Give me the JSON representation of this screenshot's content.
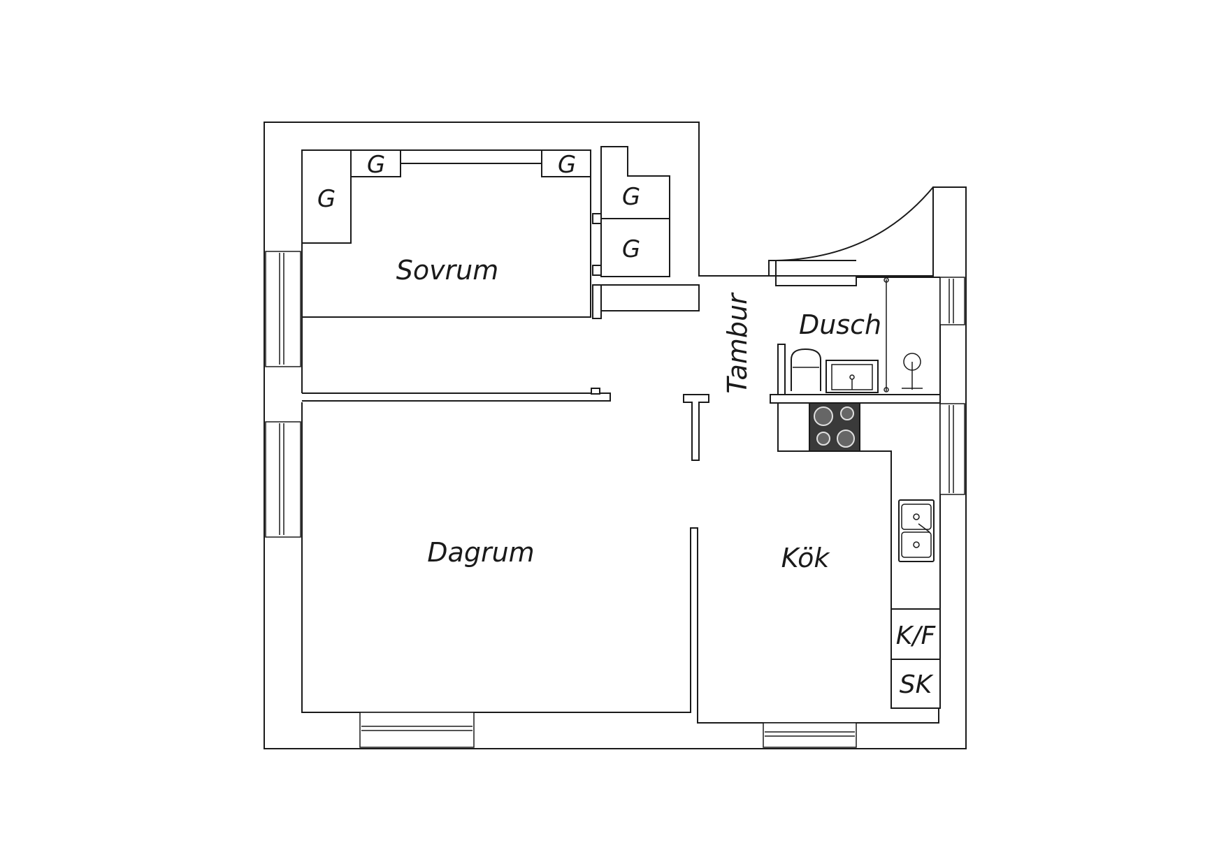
{
  "rooms": {
    "sovrum": "Sovrum",
    "dagrum": "Dagrum",
    "tambur": "Tambur",
    "dusch": "Dusch",
    "kok": "Kök"
  },
  "wardrobes": {
    "left": "G",
    "top_1": "G",
    "top_2": "G",
    "right_1": "G",
    "right_2": "G"
  },
  "appliances": {
    "fridge_freezer": "K/F",
    "cabinet": "SK"
  },
  "colors": {
    "line": "#1a1a1a",
    "background": "#ffffff",
    "stove": "#3a3a3a"
  }
}
